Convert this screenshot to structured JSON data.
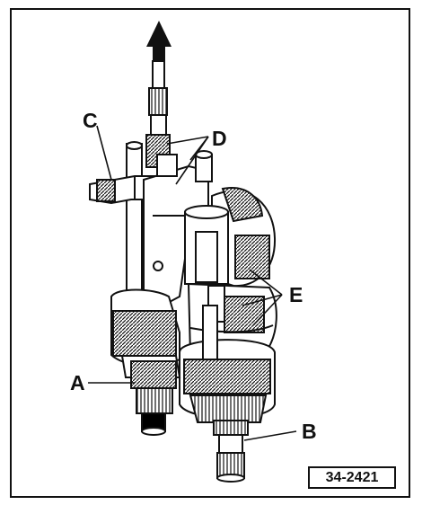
{
  "figure": {
    "reference_number": "34-2421",
    "callouts": {
      "a": "A",
      "b": "B",
      "c": "C",
      "d": "D",
      "e": "E"
    }
  },
  "colors": {
    "ink": "#111111",
    "paper": "#ffffff",
    "tone": "#d9d9d9"
  }
}
